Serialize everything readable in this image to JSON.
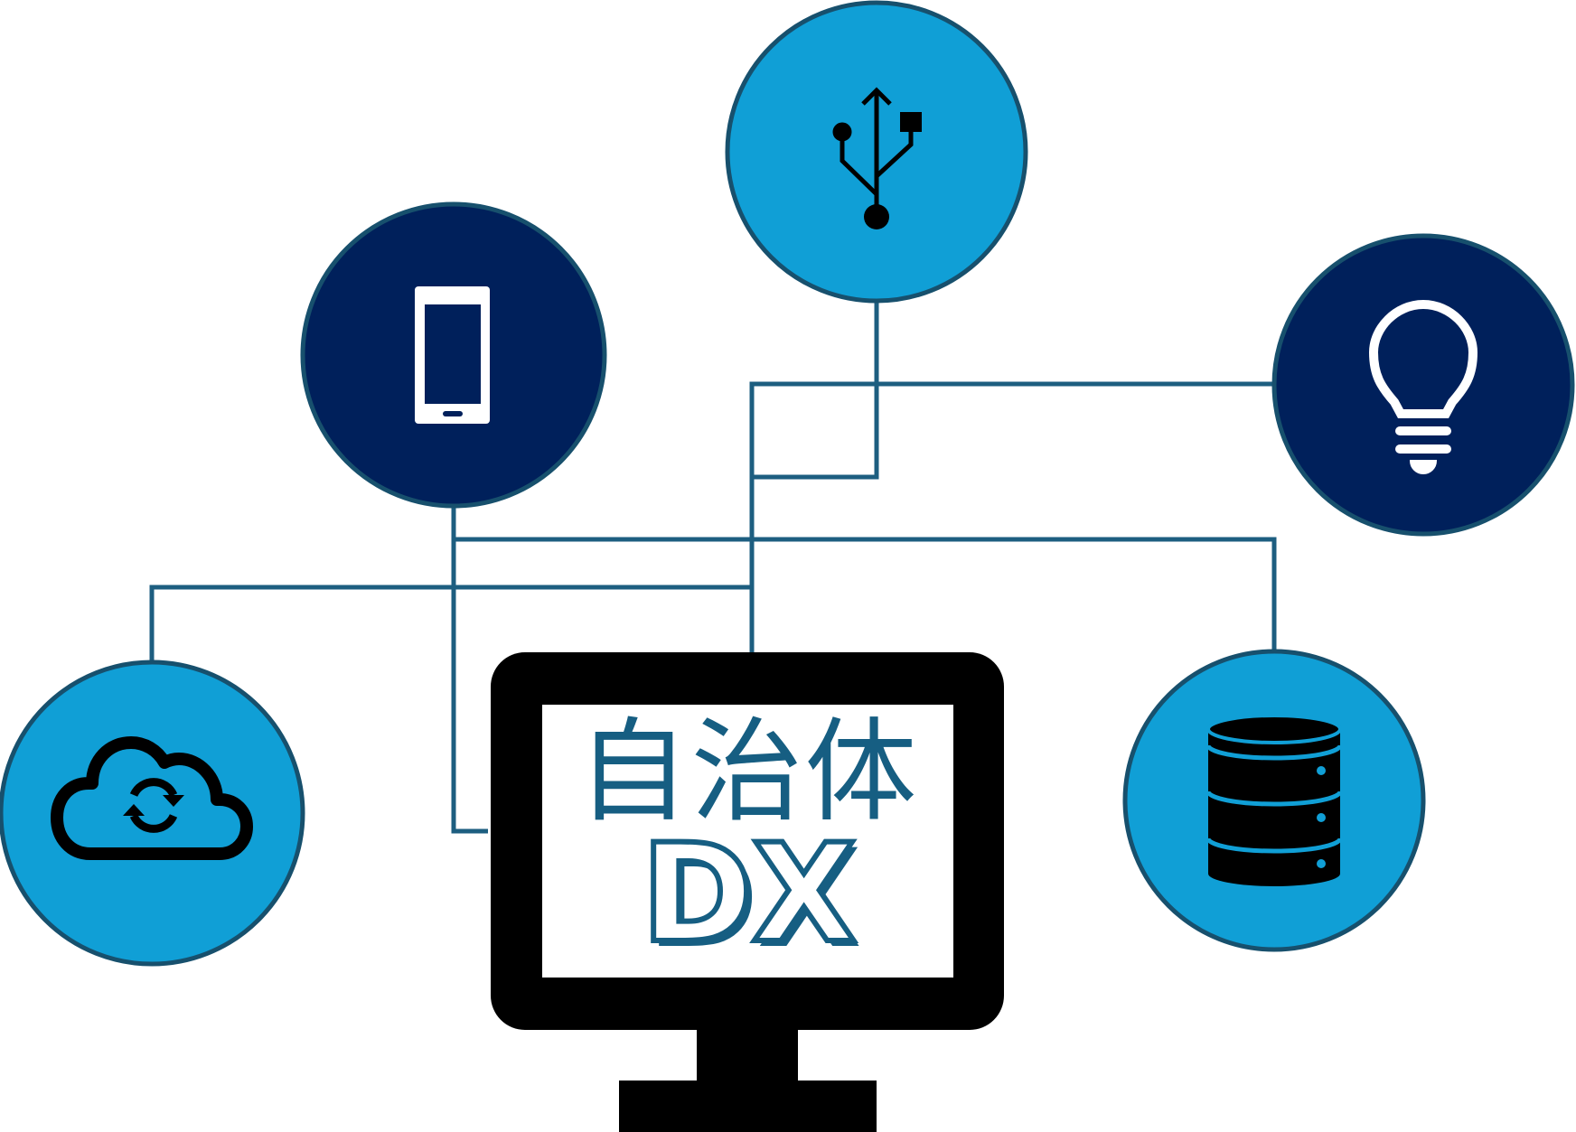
{
  "colors": {
    "dark_navy": "#00205b",
    "light_blue": "#109fd6",
    "connector": "#1d5e80",
    "circle_border": "#17506d",
    "monitor": "#000000",
    "screen_text": "#165e82"
  },
  "nodes": [
    {
      "id": "usb",
      "icon": "usb-icon",
      "fill": "light_blue"
    },
    {
      "id": "smartphone",
      "icon": "smartphone-icon",
      "fill": "dark_navy"
    },
    {
      "id": "lightbulb",
      "icon": "lightbulb-icon",
      "fill": "dark_navy"
    },
    {
      "id": "cloud-sync",
      "icon": "cloud-sync-icon",
      "fill": "light_blue"
    },
    {
      "id": "database",
      "icon": "database-icon",
      "fill": "light_blue"
    }
  ],
  "center": {
    "icon": "monitor-icon",
    "screen_title": "自治体",
    "screen_subtitle": "DX"
  }
}
